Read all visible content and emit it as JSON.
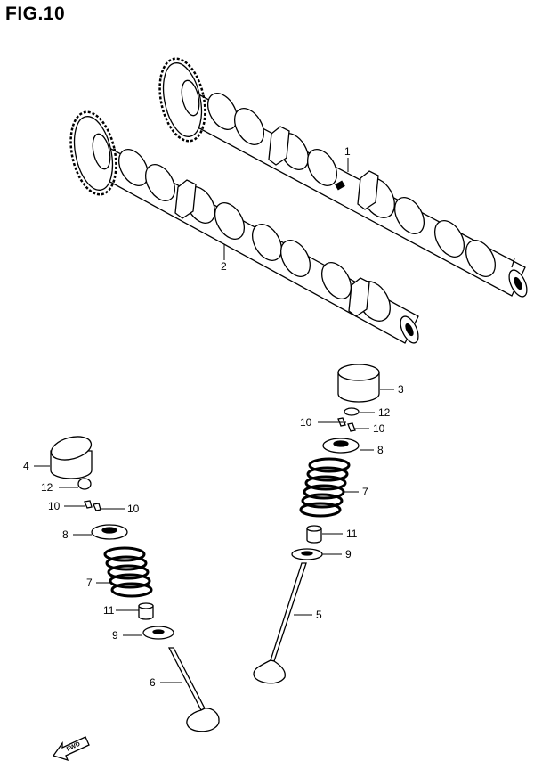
{
  "figure": {
    "title": "FIG.10",
    "fwd_label": "FWD"
  },
  "colors": {
    "ink": "#000000",
    "paper": "#ffffff",
    "shade": "#cfcfcf"
  },
  "parts": {
    "p1": "1",
    "p2": "2",
    "p3": "3",
    "p4": "4",
    "p5": "5",
    "p6": "6",
    "p7a": "7",
    "p7b": "7",
    "p8a": "8",
    "p8b": "8",
    "p9a": "9",
    "p9b": "9",
    "p10a": "10",
    "p10b": "10",
    "p10c": "10",
    "p10d": "10",
    "p11a": "11",
    "p11b": "11",
    "p12a": "12",
    "p12b": "12"
  }
}
